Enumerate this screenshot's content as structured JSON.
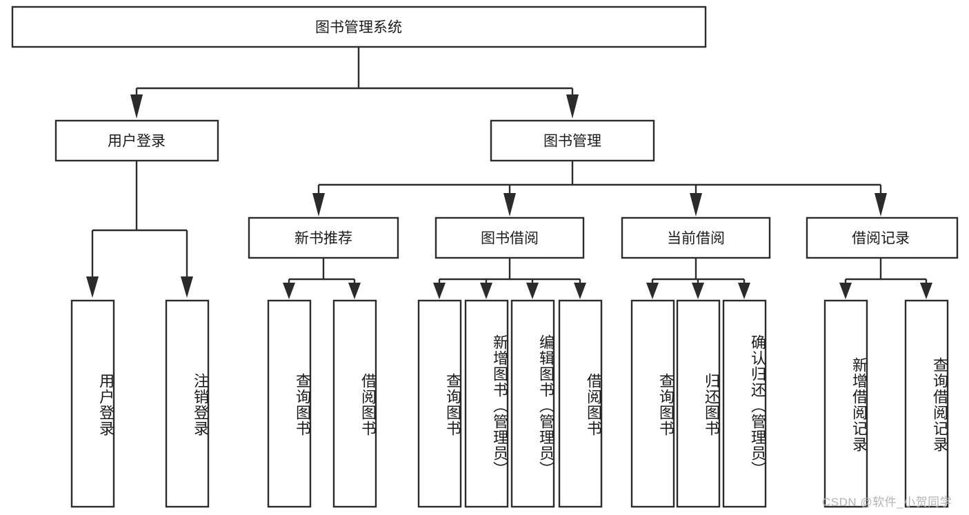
{
  "diagram": {
    "type": "tree-hierarchy",
    "title": "图书管理系统",
    "orientation": "top-down",
    "colors": {
      "box_fill": "#ffffff",
      "box_stroke": "#2b2b2b",
      "text": "#1b1b1b",
      "watermark": "#b4b4b4",
      "background": "#ffffff"
    },
    "root": {
      "id": "root",
      "label": "图书管理系统"
    },
    "level2": [
      {
        "id": "user-login",
        "label": "用户登录"
      },
      {
        "id": "book-manage",
        "label": "图书管理"
      }
    ],
    "level3": [
      {
        "id": "new-book-recommend",
        "label": "新书推荐",
        "parent": "book-manage"
      },
      {
        "id": "book-borrow",
        "label": "图书借阅",
        "parent": "book-manage"
      },
      {
        "id": "current-borrow",
        "label": "当前借阅",
        "parent": "book-manage"
      },
      {
        "id": "borrow-record",
        "label": "借阅记录",
        "parent": "book-manage"
      }
    ],
    "leaves": {
      "user-login": [
        {
          "id": "leaf-user-login",
          "label": "用户登录"
        },
        {
          "id": "leaf-logout",
          "label": "注销登录"
        }
      ],
      "new-book-recommend": [
        {
          "id": "leaf-query-book-1",
          "label": "查询图书"
        },
        {
          "id": "leaf-borrow-book-1",
          "label": "借阅图书"
        }
      ],
      "book-borrow": [
        {
          "id": "leaf-query-book-2",
          "label": "查询图书"
        },
        {
          "id": "leaf-add-book",
          "label": "新增图书（管理员）"
        },
        {
          "id": "leaf-edit-book",
          "label": "编辑图书（管理员）"
        },
        {
          "id": "leaf-borrow-book-2",
          "label": "借阅图书"
        }
      ],
      "current-borrow": [
        {
          "id": "leaf-query-book-3",
          "label": "查询图书"
        },
        {
          "id": "leaf-return-book",
          "label": "归还图书"
        },
        {
          "id": "leaf-confirm-return",
          "label": "确认归还（管理员）"
        }
      ],
      "borrow-record": [
        {
          "id": "leaf-add-record",
          "label": "新增借阅记录"
        },
        {
          "id": "leaf-query-record",
          "label": "查询借阅记录"
        }
      ]
    },
    "watermark": "CSDN @软件_小贺同学"
  }
}
